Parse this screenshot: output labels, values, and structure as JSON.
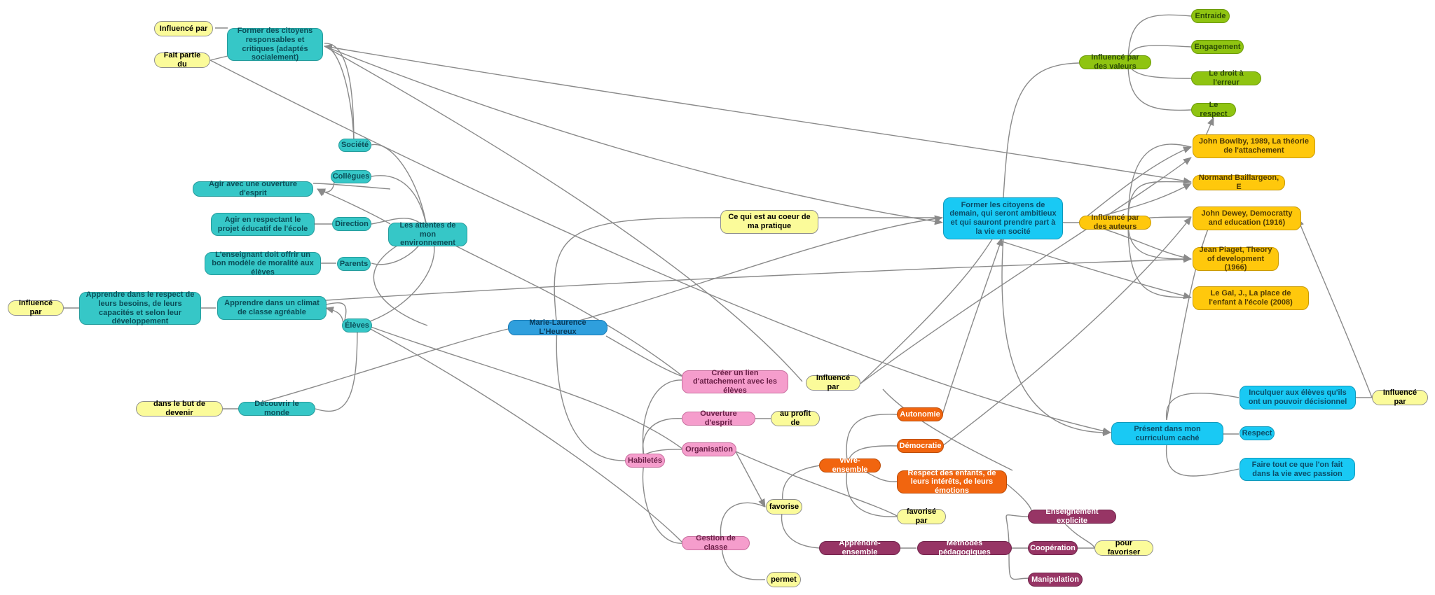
{
  "nodes": {
    "influence_par_1": "Influencé par",
    "fait_partie_du": "Fait partie du",
    "former_citoyens_resp": "Former des citoyens responsables et critiques (adaptés socialement)",
    "societe": "Société",
    "collegues": "Collègues",
    "agir_ouverture": "Agir avec une ouverture d'esprit",
    "agir_projet": "Agir en respectant le projet éducatif de l'école",
    "direction": "Direction",
    "attentes": "Les attentes de mon environnement",
    "enseignant_modele": "L'enseignant doit offrir un bon modèle de moralité aux élèves",
    "parents": "Parents",
    "influence_par_left": "Influencé par",
    "apprendre_respect": "Apprendre dans le respect de leurs besoins, de leurs capacités et selon leur développement",
    "apprendre_climat": "Apprendre dans un climat de classe agréable",
    "eleves": "Élèves",
    "dans_le_but": "dans le but de devenir",
    "decouvrir_monde": "Découvrir le monde",
    "center": "Marie-Laurence L'Heureux",
    "coeur_pratique": "Ce qui est au coeur de ma pratique",
    "former_demain": "Former les citoyens de demain, qui seront ambitieux et qui sauront prendre part à la vie en socité",
    "influence_valeurs": "Influencé par des valeurs",
    "entraide": "Entraide",
    "engagement": "Engagement",
    "droit_erreur": "Le droit à l'erreur",
    "le_respect": "Le respect",
    "influence_auteurs": "Influencé par des auteurs",
    "bowlby": "John Bowlby, 1989, La théorie de l'attachement",
    "baillargeon": "Normand Baillargeon, E",
    "dewey": "John Dewey, Democratty and education (1916)",
    "piaget": "Jean Piaget, Theory of development (1966)",
    "legal": "Le Gal, J., La place de l'enfant à l'école (2008)",
    "creer_lien": "Créer un lien d'attachement avec les élèves",
    "influence_par_mid": "Influencé par",
    "ouverture_esprit": "Ouverture d'esprit",
    "au_profit": "au profit de",
    "organisation": "Organisation",
    "habiletes": "Habiletés",
    "gestion_classe": "Gestion de classe",
    "favorise": "favorise",
    "permet": "permet",
    "autonomie": "Autonomie",
    "democratie": "Démocratie",
    "vivre_ensemble": "vivre-ensemble",
    "respect_enfants": "Respect des enfants, de leurs intérêts, de leurs émotions",
    "favorise_par": "favorisé par",
    "apprendre_ensemble": "Apprendre-ensemble",
    "methodes": "Méthodes pédagogiques",
    "enseignement_explicite": "Enseignement explicite",
    "cooperation": "Coopération",
    "pour_favoriser": "pour favoriser",
    "manipulation": "Manipulation",
    "present_curriculum": "Présent dans mon curriculum caché",
    "inculquer": "Inculquer aux élèves qu'ils ont un pouvoir décisionnel",
    "influence_par_right": "Influencé par",
    "respect_right": "Respect",
    "faire_tout": "Faire tout ce que l'on fait dans la vie avec passion"
  }
}
